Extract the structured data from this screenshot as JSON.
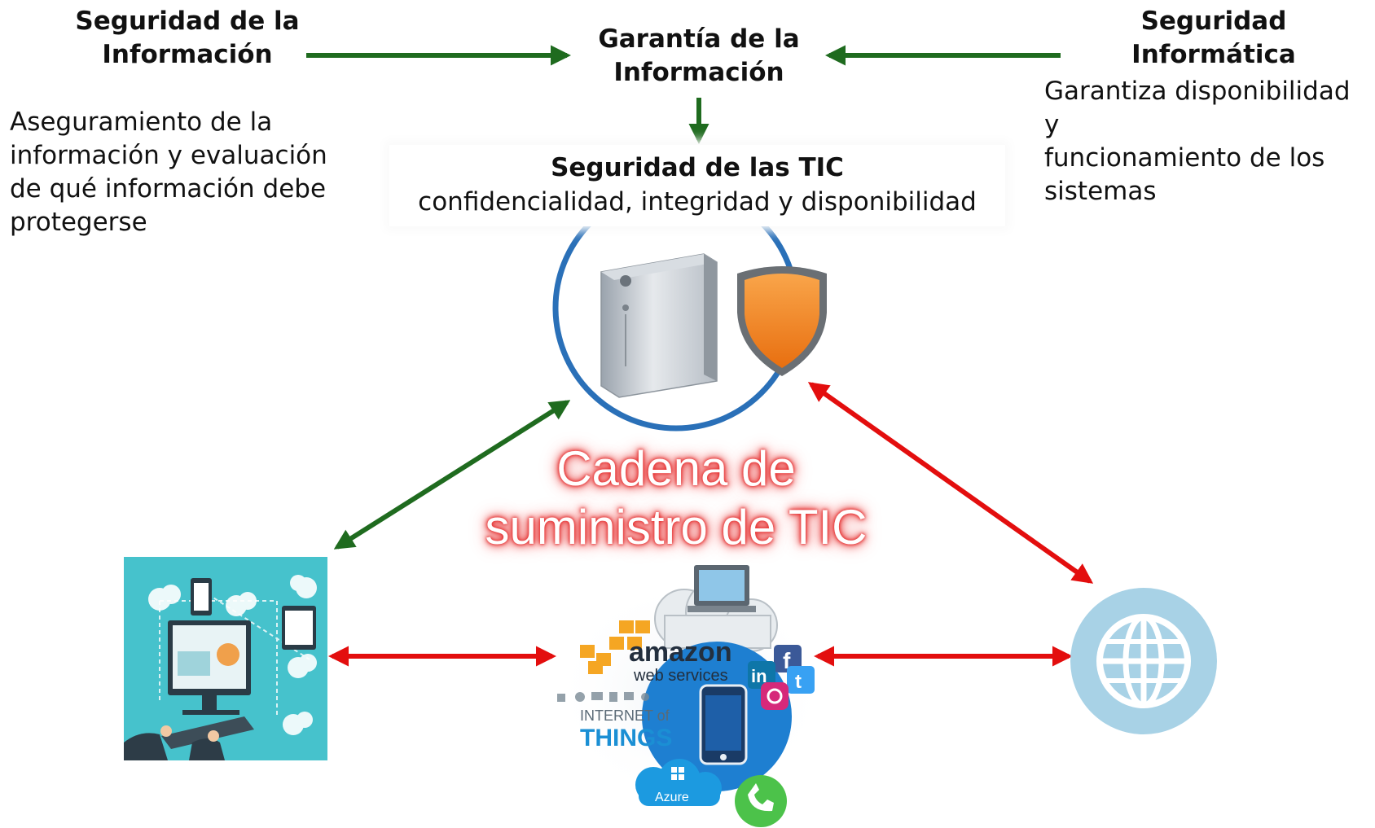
{
  "top_left": {
    "title": [
      "Seguridad de la",
      "Información"
    ],
    "description": [
      "Aseguramiento de la",
      "información y evaluación",
      "de qué información debe",
      "protegerse"
    ]
  },
  "top_center": {
    "title": [
      "Garantía de la",
      "Información"
    ]
  },
  "top_right": {
    "title": "Seguridad Informática",
    "description": [
      "Garantiza disponibilidad y",
      "funcionamiento de los",
      "sistemas"
    ]
  },
  "tic": {
    "title": "Seguridad de las TIC",
    "subtitle": "confidencialidad, integridad y disponibilidad"
  },
  "center_label": [
    "Cadena de",
    "suministro de TIC"
  ],
  "cluster": {
    "amazon_logo": "amazon",
    "amazon_sub": "web services",
    "iot_top": "INTERNET of",
    "iot_bottom": "THINGS",
    "azure": "Azure"
  },
  "colors": {
    "green_arrow": "#1f6b1f",
    "red_arrow": "#e30e0e",
    "circle_blue": "#2a70b8",
    "shield_orange": "#f28a28",
    "tile_teal": "#46c2cc",
    "globe_blue": "#a8d2e6"
  },
  "icons": [
    "server-icon",
    "shield-icon",
    "computer-network-icon",
    "globe-icon",
    "cloud-icon",
    "smartphone-icon",
    "facebook-icon",
    "linkedin-icon",
    "twitter-icon",
    "instagram-icon",
    "whatsapp-icon"
  ]
}
